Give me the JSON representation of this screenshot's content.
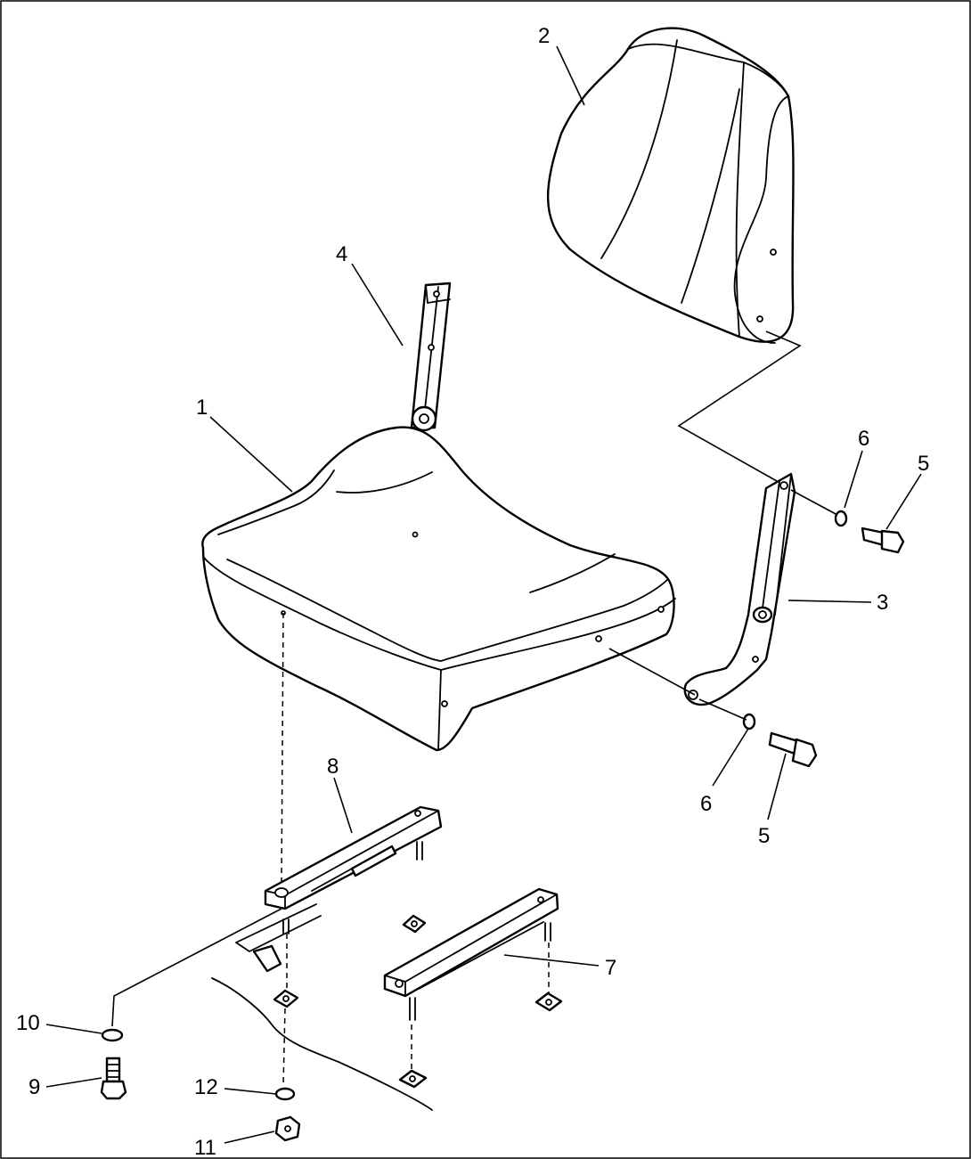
{
  "callouts": [
    {
      "id": "seat-cushion",
      "text": "1"
    },
    {
      "id": "backrest",
      "text": "2"
    },
    {
      "id": "bracket-right",
      "text": "3"
    },
    {
      "id": "bracket-left",
      "text": "4"
    },
    {
      "id": "bolt-upper",
      "text": "5"
    },
    {
      "id": "washer-upper",
      "text": "6"
    },
    {
      "id": "washer-lower",
      "text": "6"
    },
    {
      "id": "bolt-lower",
      "text": "5"
    },
    {
      "id": "slide-rail-lever",
      "text": "8"
    },
    {
      "id": "slide-rail",
      "text": "7"
    },
    {
      "id": "washer-10",
      "text": "10"
    },
    {
      "id": "bolt-9",
      "text": "9"
    },
    {
      "id": "washer-12",
      "text": "12"
    },
    {
      "id": "nut-11",
      "text": "11"
    }
  ]
}
